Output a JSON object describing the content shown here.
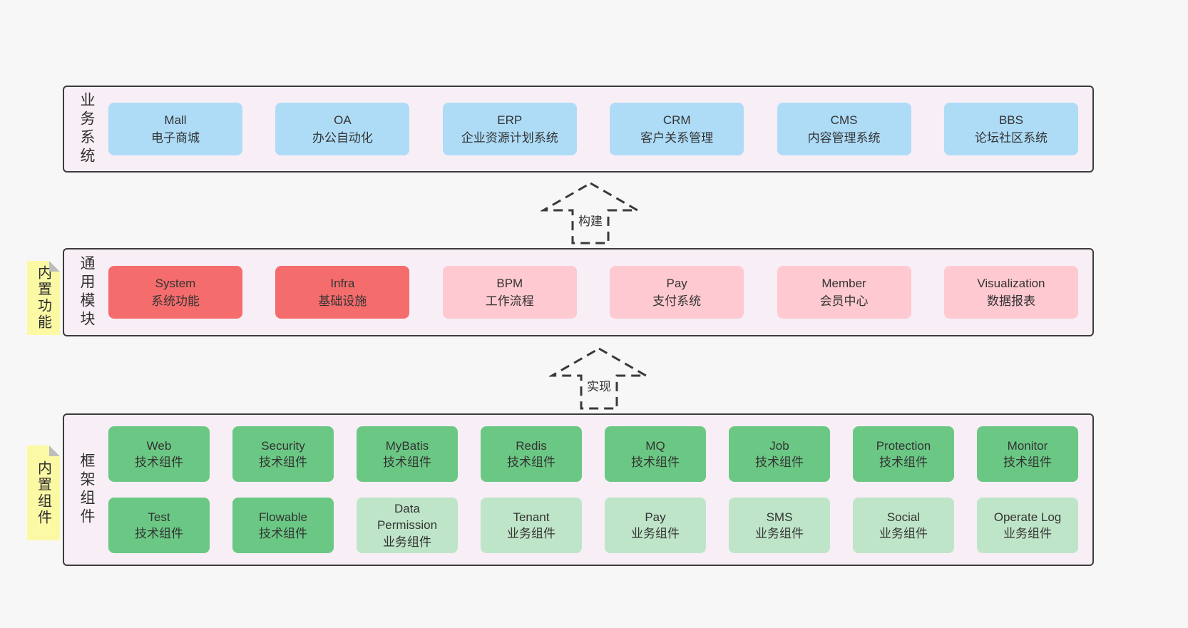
{
  "colors": {
    "page_bg": "#f7f7f7",
    "panel_bg": "#f7eef6",
    "panel_border": "#3c3c3c",
    "box_blue": "#aedcf7",
    "box_red": "#f56c6c",
    "box_pink": "#ffc9d1",
    "box_green_dark": "#6bc884",
    "box_green_light": "#bfe5c8",
    "tag_yellow": "#fcf9a5",
    "text": "#333333"
  },
  "panels": [
    {
      "label": "业务系统",
      "boxes": [
        {
          "name": "Mall",
          "desc": "电子商城"
        },
        {
          "name": "OA",
          "desc": "办公自动化"
        },
        {
          "name": "ERP",
          "desc": "企业资源计划系统"
        },
        {
          "name": "CRM",
          "desc": "客户关系管理"
        },
        {
          "name": "CMS",
          "desc": "内容管理系统"
        },
        {
          "name": "BBS",
          "desc": "论坛社区系统"
        }
      ]
    },
    {
      "label": "通用模块",
      "tag": "内置功能",
      "boxes": [
        {
          "name": "System",
          "desc": "系统功能"
        },
        {
          "name": "Infra",
          "desc": "基础设施"
        },
        {
          "name": "BPM",
          "desc": "工作流程"
        },
        {
          "name": "Pay",
          "desc": "支付系统"
        },
        {
          "name": "Member",
          "desc": "会员中心"
        },
        {
          "name": "Visualization",
          "desc": "数据报表"
        }
      ]
    },
    {
      "label": "框架组件",
      "tag": "内置组件",
      "row1": [
        {
          "name": "Web",
          "desc": "技术组件"
        },
        {
          "name": "Security",
          "desc": "技术组件"
        },
        {
          "name": "MyBatis",
          "desc": "技术组件"
        },
        {
          "name": "Redis",
          "desc": "技术组件"
        },
        {
          "name": "MQ",
          "desc": "技术组件"
        },
        {
          "name": "Job",
          "desc": "技术组件"
        },
        {
          "name": "Protection",
          "desc": "技术组件"
        },
        {
          "name": "Monitor",
          "desc": "技术组件"
        }
      ],
      "row2": [
        {
          "name": "Test",
          "desc": "技术组件"
        },
        {
          "name": "Flowable",
          "desc": "技术组件"
        },
        {
          "name": "Data Permission",
          "desc": "业务组件"
        },
        {
          "name": "Tenant",
          "desc": "业务组件"
        },
        {
          "name": "Pay",
          "desc": "业务组件"
        },
        {
          "name": "SMS",
          "desc": "业务组件"
        },
        {
          "name": "Social",
          "desc": "业务组件"
        },
        {
          "name": "Operate Log",
          "desc": "业务组件"
        }
      ]
    }
  ],
  "arrows": [
    {
      "label": "构建"
    },
    {
      "label": "实现"
    }
  ]
}
